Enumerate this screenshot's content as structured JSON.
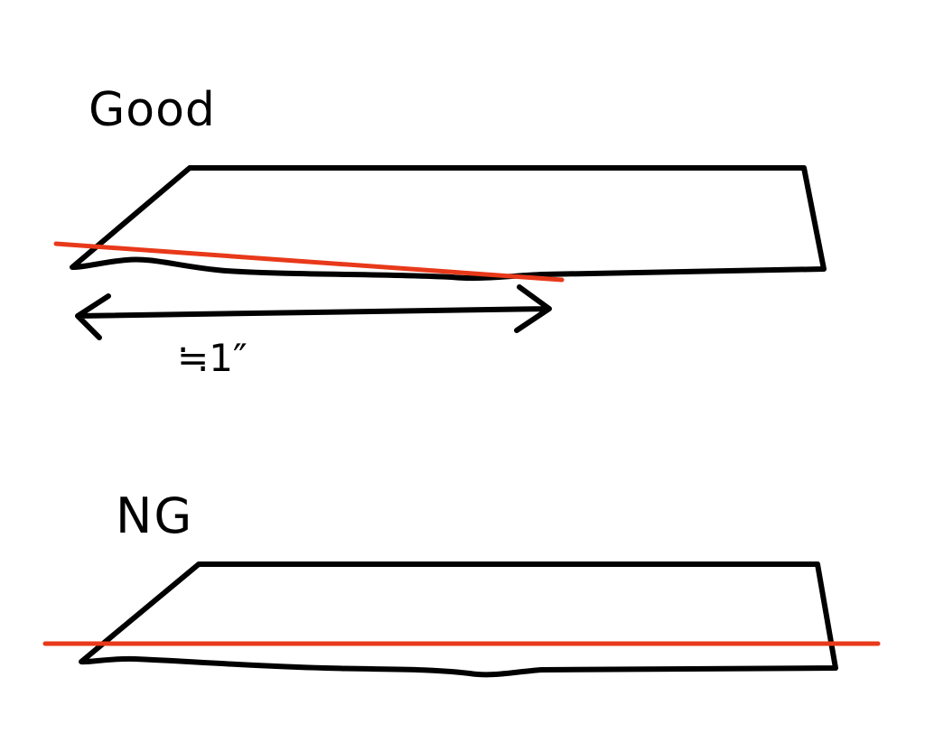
{
  "diagram": {
    "good_section": {
      "title": "Good",
      "measurement_label": "≒1″"
    },
    "ng_section": {
      "title": "NG"
    },
    "colors": {
      "outline": "#000000",
      "guide_line": "#e8391a"
    }
  }
}
